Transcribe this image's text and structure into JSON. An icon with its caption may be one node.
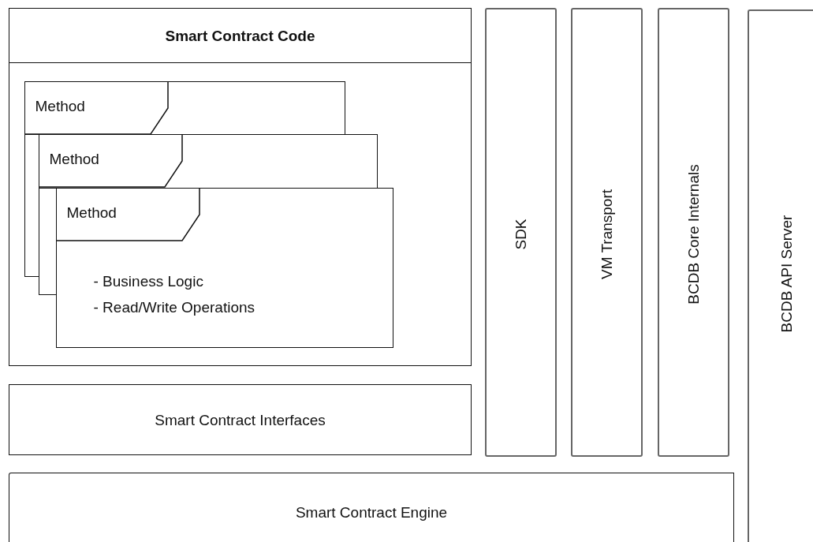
{
  "diagram": {
    "nodes": [
      {
        "text": [
          "Smart Contract Code"
        ]
      },
      {
        "text": [
          "Method"
        ],
        "in": 0
      },
      {
        "text": [
          "Method"
        ],
        "in": 0
      },
      {
        "text": [
          "Method",
          "- Business Logic",
          "- Read/Write Operations"
        ],
        "in": 0
      },
      {
        "text": [
          "Smart Contract Interfaces"
        ]
      },
      {
        "text": [
          "Smart Contract Engine"
        ]
      },
      {
        "text": [
          "SDK"
        ]
      },
      {
        "text": [
          "VM Transport"
        ]
      },
      {
        "text": [
          "BCDB Core Internals"
        ]
      },
      {
        "text": [
          "BCDB API Server"
        ]
      },
      {
        "text": [],
        "shape": "box",
        "in": 0
      },
      {
        "text": [],
        "shape": "box",
        "in": 0
      }
    ]
  }
}
